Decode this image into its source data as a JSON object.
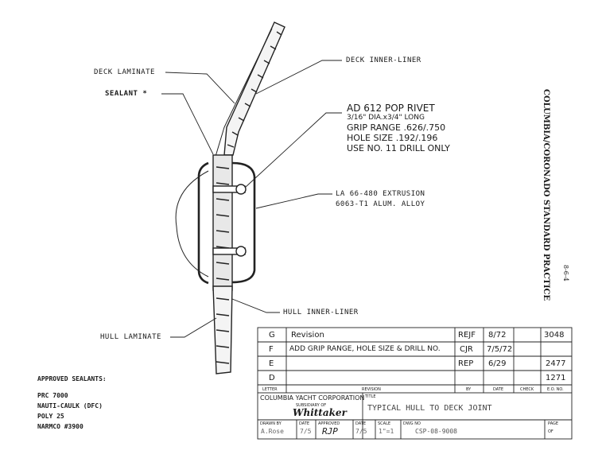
{
  "callouts": {
    "deck_laminate": "DECK LAMINATE",
    "sealant": "SEALANT *",
    "deck_inner_liner": "DECK INNER-LINER",
    "rivet_line1": "AD 612  POP RIVET",
    "rivet_line2": "3/16\" DIA.x3/4\" LONG",
    "rivet_line3": "GRIP RANGE .626/.750",
    "rivet_line4": "HOLE SIZE .192/.196",
    "rivet_line5": "USE NO. 11 DRILL ONLY",
    "extrusion_line1": "LA 66-480 EXTRUSION",
    "extrusion_line2": "6063-T1 ALUM. ALLOY",
    "hull_inner_liner": "HULL INNER-LINER",
    "hull_laminate": "HULL LAMINATE"
  },
  "side_title": "COLUMBIA/CORONADO STANDARD PRACTICE",
  "page_ref": "8-6-4",
  "approved_sealants": {
    "heading": "APPROVED SEALANTS:",
    "items": [
      "PRC 7000",
      "NAUTI-CAULK (DFC)",
      "POLY 25",
      "NARMCO #3900"
    ]
  },
  "revisions": {
    "rows": [
      {
        "letter": "G",
        "revision": "Revision",
        "by": "REJF",
        "date": "8/72",
        "number": "3048"
      },
      {
        "letter": "F",
        "revision": "ADD GRIP RANGE, HOLE SIZE & DRILL NO.",
        "by": "CJR",
        "date": "7/5/72",
        "number": ""
      },
      {
        "letter": "E",
        "revision": "",
        "by": "REP",
        "date": "6/29",
        "number": "2477"
      },
      {
        "letter": "D",
        "revision": "",
        "by": "",
        "date": "",
        "number": "1271"
      }
    ],
    "header": {
      "letter": "LETTER",
      "revision": "REVISION",
      "by": "BY",
      "date": "DATE",
      "check": "CHECK",
      "eo": "E.O. NO."
    }
  },
  "title_block": {
    "company": "COLUMBIA YACHT CORPORATION",
    "subsidiary": "SUBSIDIARY OF",
    "parent": "Whittaker",
    "title_label": "TITLE",
    "title": "TYPICAL HULL TO DECK JOINT",
    "drawn_by_label": "DRAWN BY",
    "drawn_by": "A.Rose",
    "date_label": "DATE",
    "date": "7/5",
    "approved_label": "APPROVED",
    "approved": "RJP",
    "date2_label": "DATE",
    "date2": "7/5",
    "scale_label": "SCALE",
    "scale": "1\"=1",
    "dwg_label": "DWG NO",
    "dwg_no": "CSP-08-9008",
    "page_label": "PAGE",
    "page_of": "OF"
  }
}
